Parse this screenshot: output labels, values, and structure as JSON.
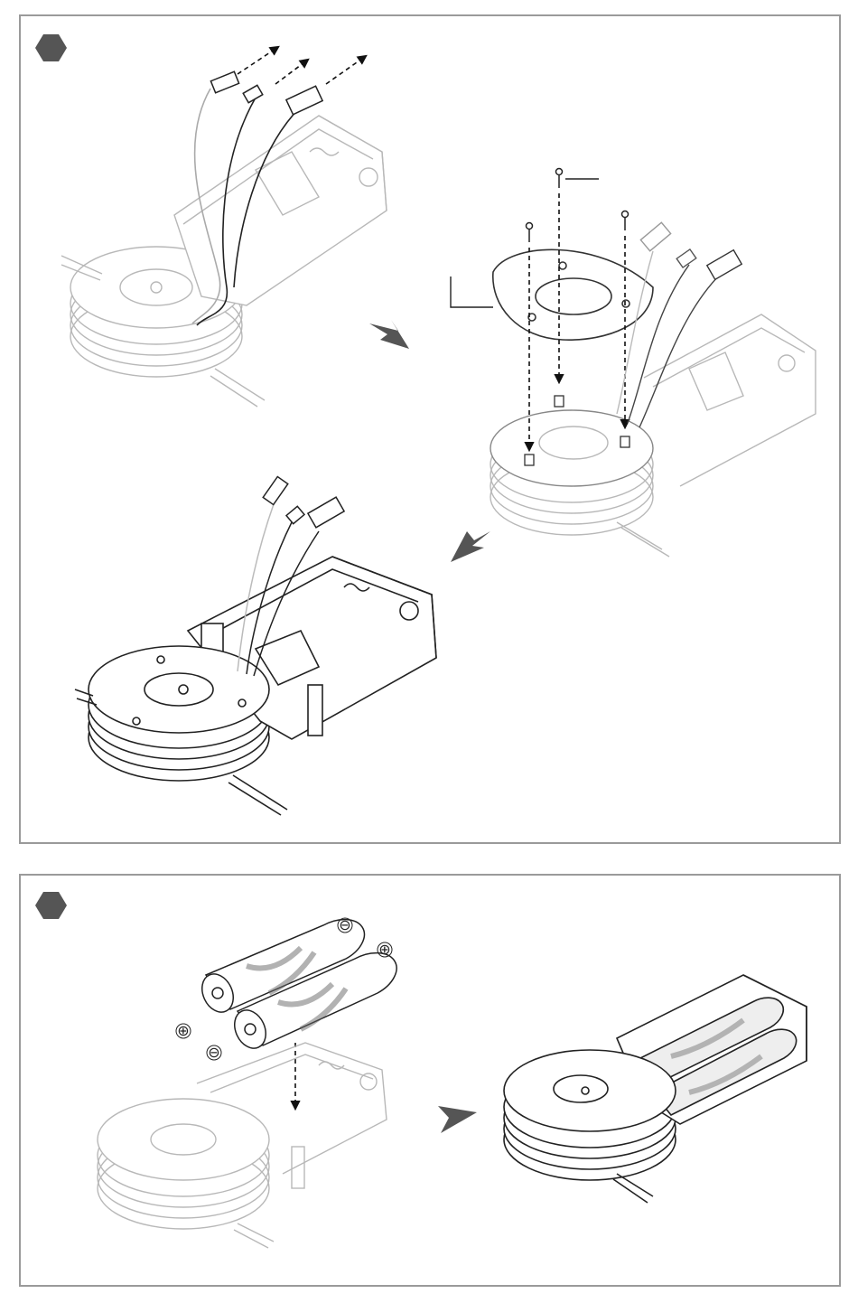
{
  "page": {
    "background": "#ffffff",
    "frame_color": "#9a9a9a",
    "badge_color": "#555555"
  },
  "step1": {
    "badge_label": "",
    "views": [
      "disconnect-connectors",
      "remove-cover-screws",
      "assembled-lower-housing"
    ],
    "arrow_count": 2
  },
  "step2": {
    "badge_label": "",
    "polarity_marks": [
      "⊖",
      "⊕",
      "⊕",
      "⊖"
    ],
    "battery_count": 2
  }
}
